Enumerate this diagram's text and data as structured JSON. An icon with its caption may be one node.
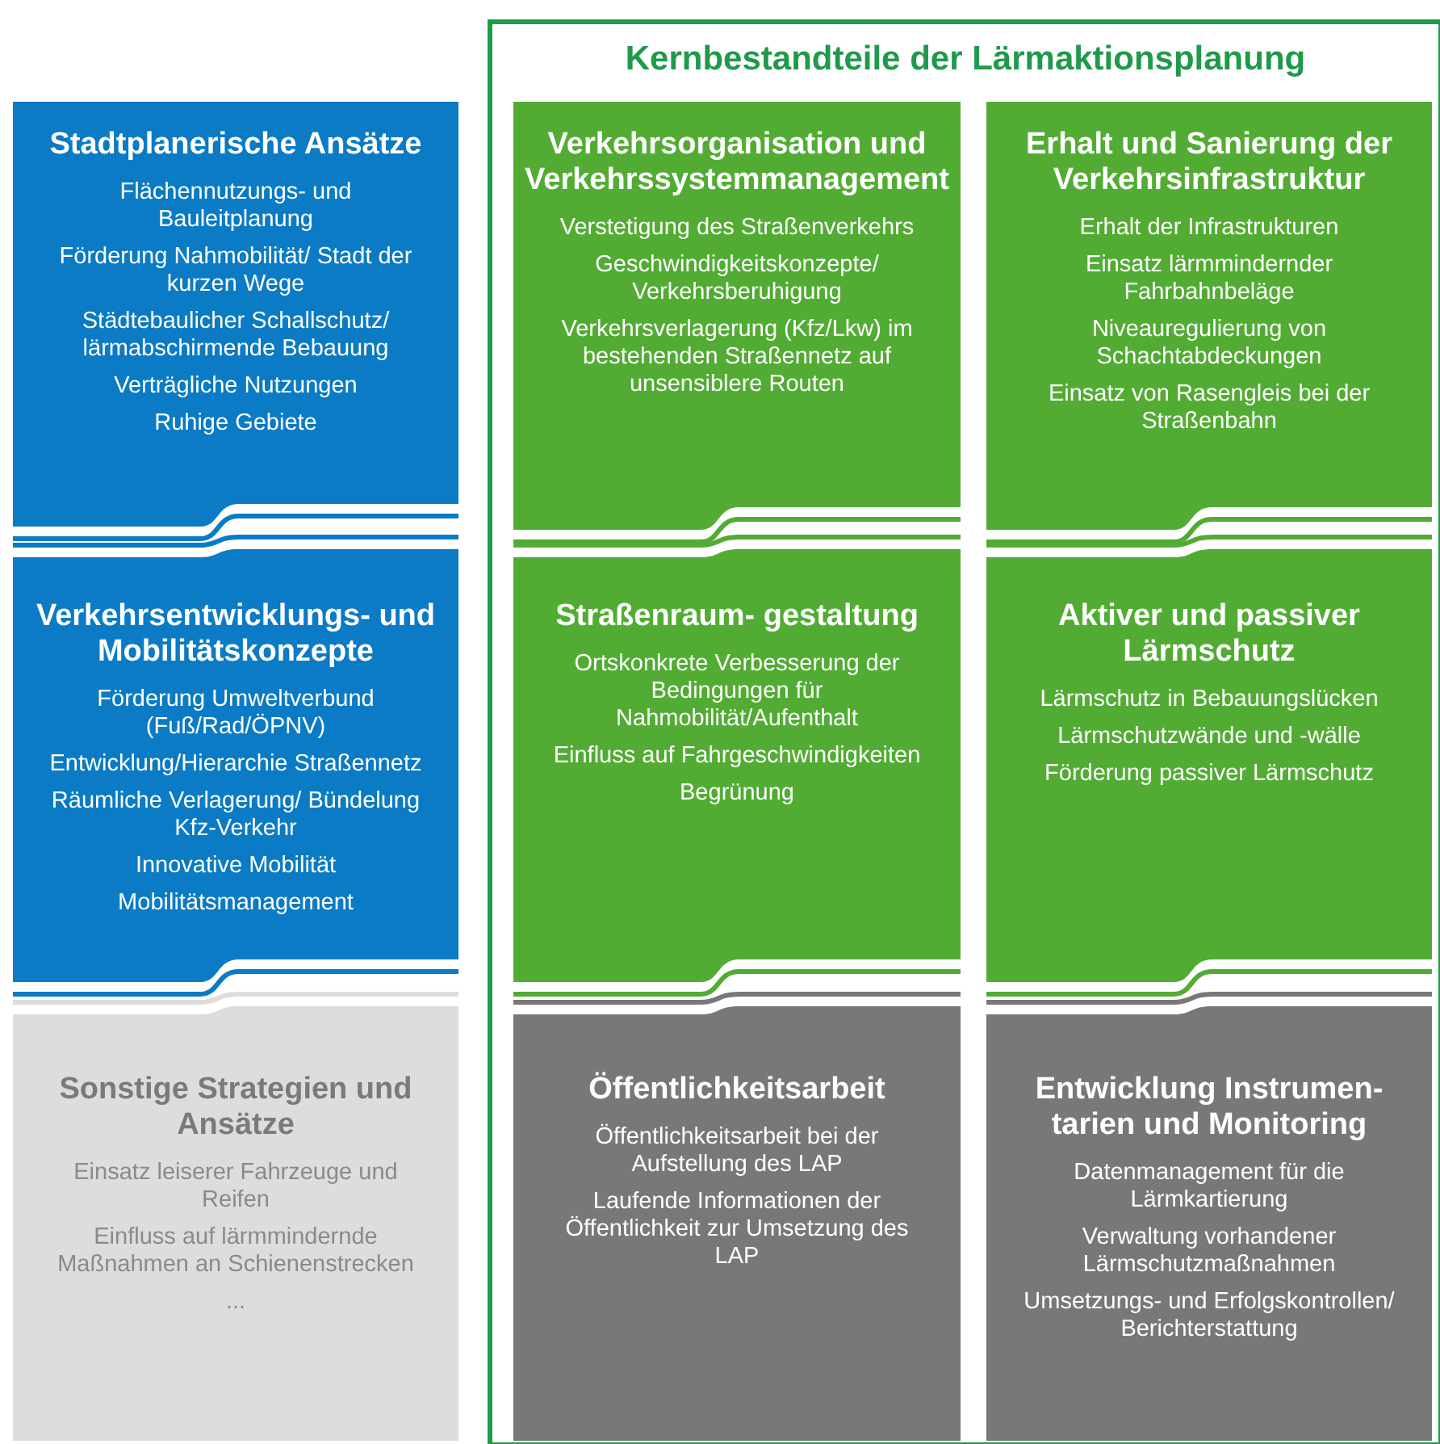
{
  "diagram": {
    "nodes": [
      {
        "text": [
          "Kernbestandteile der Lärmaktionsplanung"
        ]
      },
      {
        "text": [
          "Stadtplanerische Ansätze",
          "Flächennutzungs- und Bauleitplanung",
          "Förderung Nahmobilität/ Stadt der kurzen Wege",
          "Städtebaulicher Schallschutz/ lärmabschirmende Bebauung",
          "Verträgliche Nutzungen",
          "Ruhige Gebiete"
        ]
      },
      {
        "text": [
          "Verkehrsorganisation und Verkehrssystemmanagement",
          "Verstetigung des Straßenverkehrs",
          "Geschwindigkeitskonzepte/ Verkehrsberuhigung",
          "Verkehrsverlagerung (Kfz/Lkw) im bestehenden Straßennetz auf unsensiblere Routen"
        ],
        "in": 0
      },
      {
        "text": [
          "Erhalt und Sanierung der Verkehrsinfrastruktur",
          "Erhalt der Infrastrukturen",
          "Einsatz lärmmindernder Fahrbahnbeläge",
          "Niveauregulierung von Schachtabdeckungen",
          "Einsatz von Rasengleis bei der Straßenbahn"
        ],
        "in": 0
      },
      {
        "text": [
          "Verkehrsentwicklungs- und Mobilitätskonzepte",
          "Förderung Umweltverbund (Fuß/Rad/ÖPNV)",
          "Entwicklung/Hierarchie Straßennetz",
          "Räumliche Verlagerung/ Bündelung Kfz-Verkehr",
          "Innovative Mobilität",
          "Mobilitätsmanagement"
        ]
      },
      {
        "text": [
          "Straßenraum- gestaltung",
          "Ortskonkrete Verbesserung der Bedingungen für Nahmobilität/Aufenthalt",
          "Einfluss auf Fahrgeschwindigkeiten",
          "Begrünung"
        ],
        "in": 0
      },
      {
        "text": [
          "Aktiver und passiver Lärmschutz",
          "Lärmschutz in Bebauungslücken",
          "Lärmschutzwände und -wälle",
          "Förderung passiver Lärmschutz"
        ],
        "in": 0
      },
      {
        "text": [
          "Sonstige Strategien und Ansätze",
          "Einsatz leiserer Fahrzeuge und Reifen",
          "Einfluss auf lärmmindernde Maßnahmen an Schienenstrecken",
          "..."
        ]
      },
      {
        "text": [
          "Öffentlichkeitsarbeit",
          "Öffentlichkeitsarbeit bei der Aufstellung des LAP",
          "Laufende Informationen der Öffentlichkeit zur Umsetzung des LAP"
        ],
        "in": 0
      },
      {
        "text": [
          "Entwicklung Instrumen- tarien und Monitoring",
          "Datenmanagement für die Lärmkartierung",
          "Verwaltung vorhandener Lärmschutzmaßnahmen",
          "Umsetzungs- und Erfolgskontrollen/ Berichterstattung"
        ],
        "in": 0
      }
    ]
  }
}
